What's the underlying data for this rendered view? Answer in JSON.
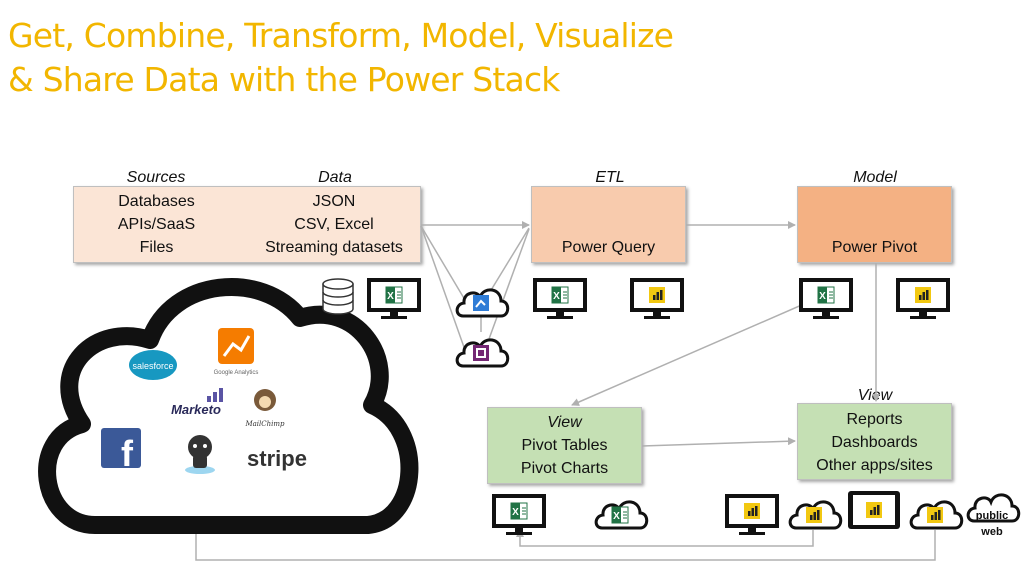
{
  "title": {
    "line1": "Get, Combine, Transform, Model, Visualize",
    "line2": "& Share Data with the Power Stack"
  },
  "sources_box": {
    "sources_label": "Sources",
    "data_label": "Data",
    "sources_items": [
      "Databases",
      "APIs/SaaS",
      "Files"
    ],
    "data_items": [
      "JSON",
      "CSV, Excel",
      "Streaming datasets"
    ]
  },
  "etl_box": {
    "label": "ETL",
    "text": "Power Query"
  },
  "model_box": {
    "label": "Model",
    "text": "Power Pivot"
  },
  "view_left": {
    "label": "View",
    "items": [
      "Pivot Tables",
      "Pivot Charts"
    ]
  },
  "view_right": {
    "label": "View",
    "items": [
      "Reports",
      "Dashboards",
      "Other apps/sites"
    ]
  },
  "cloud_logos": {
    "salesforce": "salesforce",
    "google_analytics": "Google Analytics",
    "marketo": "Marketo",
    "mailchimp": "MailChimp",
    "stripe": "stripe"
  },
  "public_web": {
    "line1": "public",
    "line2": "web"
  },
  "colors": {
    "title": "#f2b600",
    "sources_fill": "#fbe5d6",
    "etl_fill": "#f8cbad",
    "model_fill": "#f4b183",
    "view_fill": "#c5e0b4",
    "excel_green": "#217346",
    "powerbi_yellow": "#f2c811",
    "flow_blue": "#2f7cd6",
    "powerapps_purple": "#742774"
  },
  "icons": [
    "database-icon",
    "excel-monitor-icon",
    "flow-cloud-icon",
    "powerapps-cloud-icon",
    "powerbi-monitor-icon",
    "excel-cloud-icon",
    "powerbi-cloud-icon",
    "powerbi-tablet-icon",
    "public-web-cloud-icon",
    "facebook-icon",
    "github-icon"
  ]
}
